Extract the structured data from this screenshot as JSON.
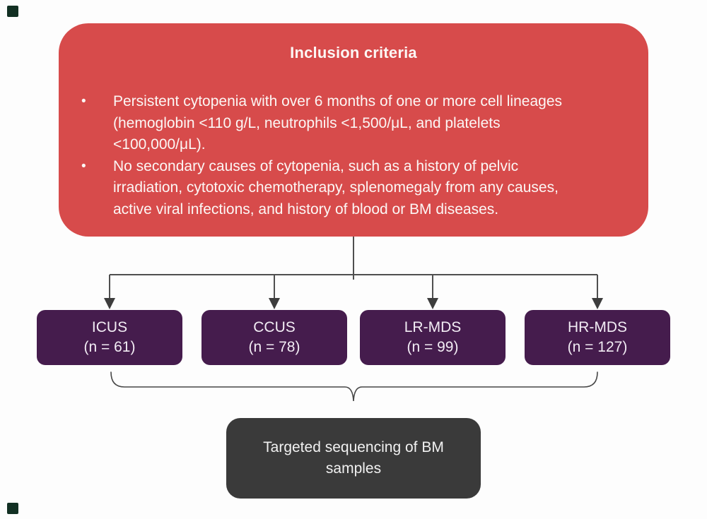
{
  "inclusion": {
    "title": "Inclusion criteria",
    "bullet_glyph": "•",
    "bullets": [
      {
        "lines": [
          "Persistent cytopenia with over 6 months of one or more cell lineages",
          "(hemoglobin <110 g/L, neutrophils <1,500/μL, and platelets",
          "<100,000/μL)."
        ]
      },
      {
        "lines": [
          "No secondary causes of cytopenia, such as a history of pelvic",
          "irradiation, cytotoxic chemotherapy, splenomegaly from any causes,",
          "active viral infections, and history of blood or BM diseases."
        ]
      }
    ]
  },
  "groups": [
    {
      "label": "ICUS",
      "count": "(n = 61)"
    },
    {
      "label": "CCUS",
      "count": "(n = 78)"
    },
    {
      "label": "LR-MDS",
      "count": "(n = 99)"
    },
    {
      "label": "HR-MDS",
      "count": "(n = 127)"
    }
  ],
  "outcome": {
    "lines": [
      "Targeted sequencing of BM",
      "samples"
    ]
  },
  "colors": {
    "inclusion_box": "#d74b4b",
    "group_box": "#451c4d",
    "outcome_box": "#3a3a3a",
    "connector_line": "#4f4f4f",
    "arrowhead": "#3d3d3d",
    "corner_marker": "#123023",
    "text": "#ffffff"
  }
}
